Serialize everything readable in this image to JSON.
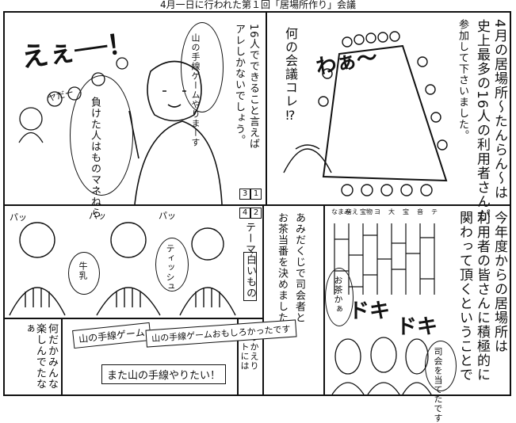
{
  "top_strip": "4月一日に行われた第１回「居場所作り」会議",
  "panel1": {
    "narration": [
      "4月の居場所〜たんらん〜は",
      "史上最多の16人の利用者さんが",
      "参加して下さいました。"
    ],
    "exclaim": "わぁ〜",
    "speech": "何の会議コレ⁉"
  },
  "panel2": {
    "narration": [
      "16人でできること言えば",
      "アレしかないでしょう。"
    ],
    "speech_game": "山の手線ゲームやりまーす",
    "speech_anything": "負けた人はものマネねら",
    "shout": "えぇ──！",
    "side_yell": "ヤだー"
  },
  "panel3": {
    "narration": [
      "今年度からの居場所は",
      "利用者の皆さんに積極的に",
      "関わって頂くということで"
    ],
    "lottery": [
      "あみだくじで司会者と",
      "お茶当番を決めました"
    ],
    "sfx": [
      "ドキ",
      "ドキ"
    ],
    "balloon_tea": "お茶かぁ",
    "balloon_chair": "司会を当てたです",
    "lots": [
      "なまみ",
      "音え",
      "宝物",
      "ヨ",
      "大",
      "宝",
      "音",
      "テ"
    ]
  },
  "panel4": {
    "numbers": [
      "3",
      "1",
      "4",
      "2"
    ],
    "theme_label": "テーマ",
    "theme_value": "白いもの",
    "sfx_pop": [
      "パッ",
      "パッ",
      "パッ"
    ],
    "answer1": "牛乳",
    "answer2": "ティッシュ"
  },
  "panel5": {
    "review_label": [
      "ふりかえり",
      "シートには"
    ],
    "banner1": "山の手線ゲーム",
    "banner2": "山の手線ゲームおもしろかったです",
    "banner3": "また山の手線やりたい！",
    "side_text": "何だかみんな楽しんでたなぁ"
  }
}
